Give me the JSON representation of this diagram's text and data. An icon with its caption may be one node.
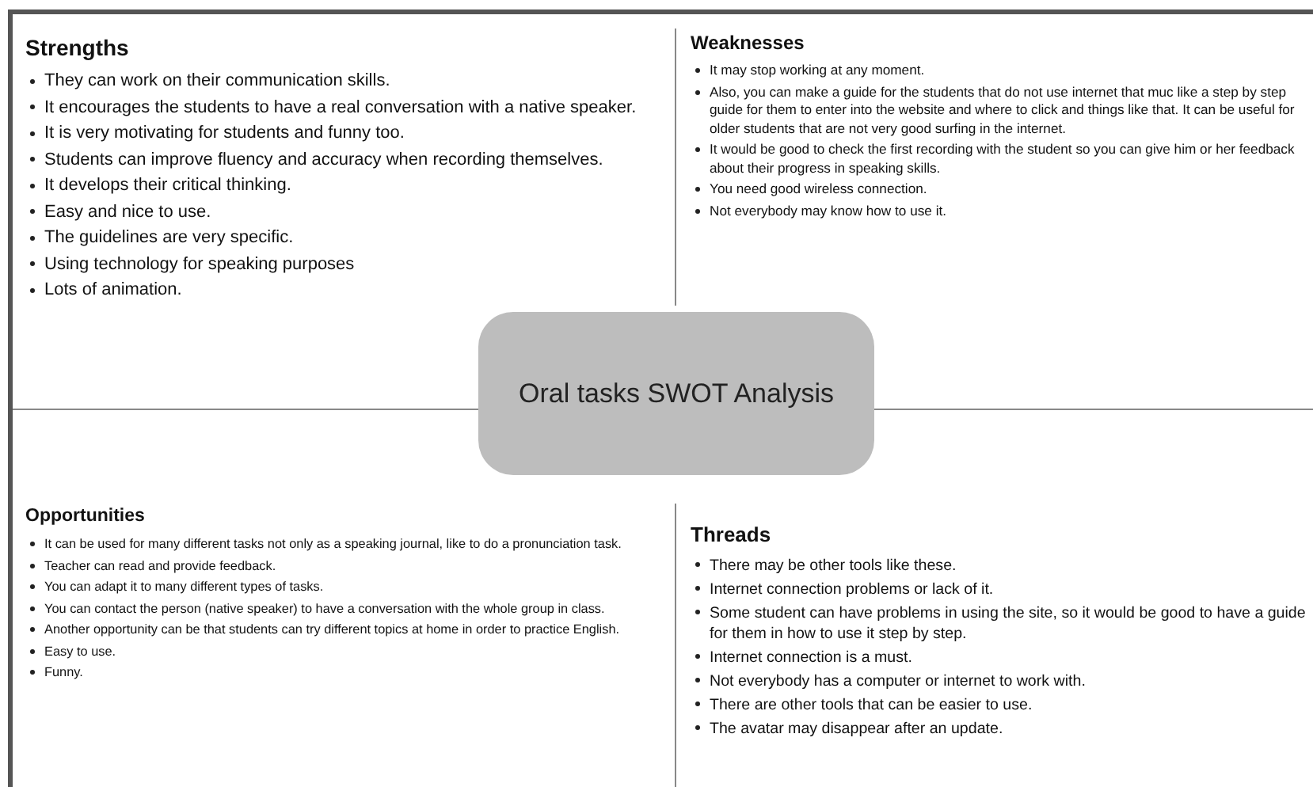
{
  "diagram": {
    "nodes": [
      {
        "text": [
          "Strengths",
          "They can work on their communication skills.",
          "It encourages the students to have a real conversation with a native speaker.",
          "It is very motivating for students and funny too.",
          "Students can improve fluency and accuracy when recording themselves.",
          "It develops their critical thinking.",
          "Easy and nice to use.",
          "The guidelines are very specific.",
          "Using technology for speaking purposes",
          "Lots of animation."
        ]
      },
      {
        "text": [
          "Weaknesses",
          "It may stop working at any moment.",
          "Also, you can make a guide for the students that do not use internet that muc like a step by step guide for them to enter into the website and where to click and things like that. It can be useful for older students that are not very good surfing in the internet.",
          "It would be good to check the first recording with the student so you can give him or her feedback about their progress in speaking skills.",
          "You need good wireless connection.",
          "Not everybody may know how to use it."
        ]
      },
      {
        "text": [
          "Oral tasks SWOT Analysis"
        ]
      },
      {
        "text": [
          "Opportunities",
          "It can be used for many different tasks not only as a speaking journal, like to do a pronunciation task.",
          "Teacher can read and provide feedback.",
          "You can adapt it to many different types of tasks.",
          "You can contact the person (native speaker) to have a conversation with the whole group in class.",
          "Another opportunity can be that students can try different topics at home in order to practice English.",
          "Easy to use.",
          "Funny."
        ]
      },
      {
        "text": [
          "Threads",
          "There may be other tools like these.",
          "Internet connection problems or lack of it.",
          "Some student can have problems in using the site, so it would be good to have a guide for them in how to use it step by step.",
          "Internet connection is a must.",
          "Not everybody has a computer or internet to work with.",
          "There are other tools that can be easier to use.",
          "The avatar may disappear after an update."
        ]
      }
    ],
    "edges": []
  }
}
